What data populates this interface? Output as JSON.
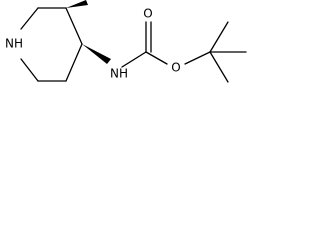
{
  "molecule": {
    "atoms": {
      "ring_nh": "NH",
      "carbamate_nh": "NH",
      "carbonyl_o": "O",
      "ester_o": "O"
    },
    "stereo_bonds": [
      "wedge",
      "wedge"
    ]
  }
}
